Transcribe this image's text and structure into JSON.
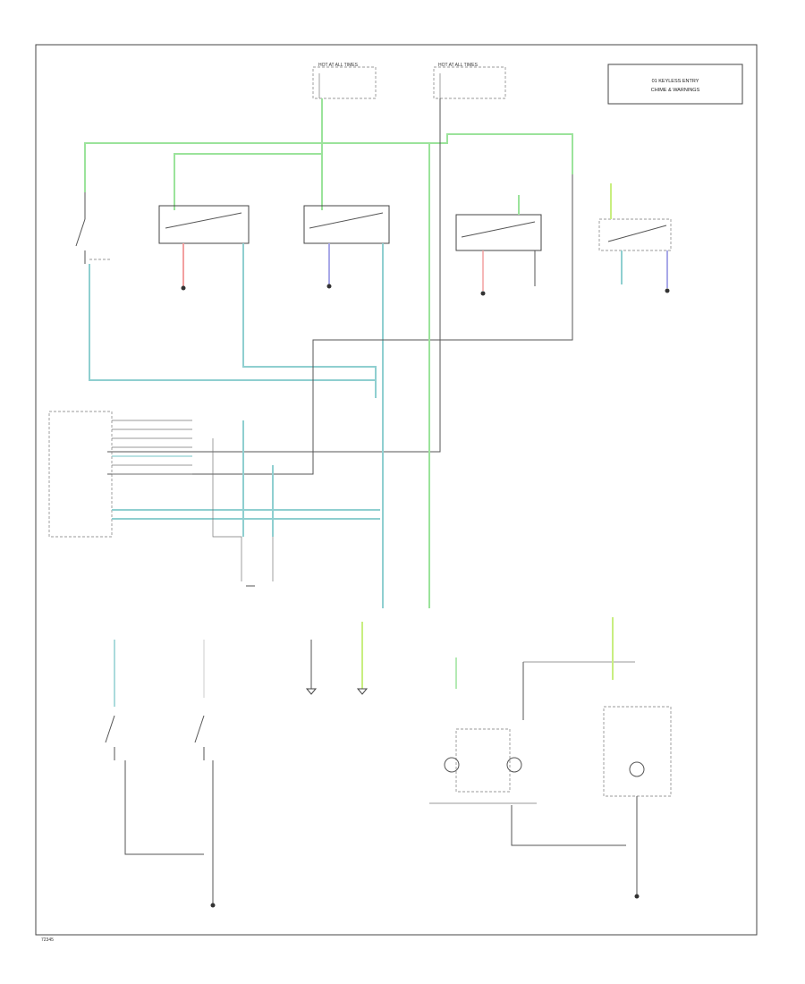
{
  "title_box": {
    "line1": "01 KEYLESS ENTRY",
    "line2": "CHIME & WARNINGS"
  },
  "colors": {
    "green_wire": "#9be39b",
    "teal_wire": "#8fcfd0",
    "pink_wire": "#f2a0a0",
    "violet_wire": "#a8a8e8",
    "lime_wire": "#c8ee80",
    "ink": "#444444"
  },
  "footer_code": "72345",
  "fuse_labels": [
    "HOT AT ALL TIMES",
    "HOT AT ALL TIMES"
  ]
}
